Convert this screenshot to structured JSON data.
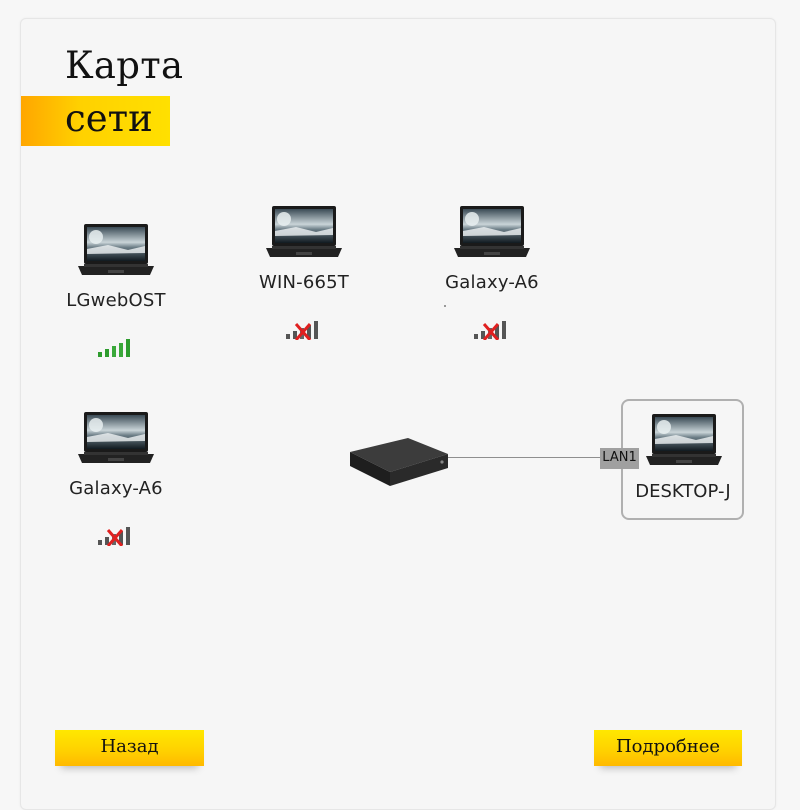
{
  "page": {
    "title_line1": "Карта",
    "title_line2": "сети"
  },
  "devices": [
    {
      "name": "LGwebOST",
      "signal": "strong",
      "icon": "laptop-icon"
    },
    {
      "name": "WIN-665T",
      "signal": "none",
      "icon": "laptop-icon"
    },
    {
      "name": "Galaxy-A6",
      "signal": "none",
      "icon": "laptop-icon"
    },
    {
      "name": "Galaxy-A6",
      "signal": "none",
      "icon": "laptop-icon"
    }
  ],
  "wired_device": {
    "name": "DESKTOP-J",
    "port": "LAN1",
    "icon": "laptop-icon"
  },
  "router": {
    "icon": "router-icon"
  },
  "buttons": {
    "back": "Назад",
    "more": "Подробнее"
  },
  "colors": {
    "accent_yellow": "#ffd100",
    "accent_orange": "#ffa600",
    "signal_green": "#2e9c2e",
    "signal_off_cross": "#e02020"
  }
}
